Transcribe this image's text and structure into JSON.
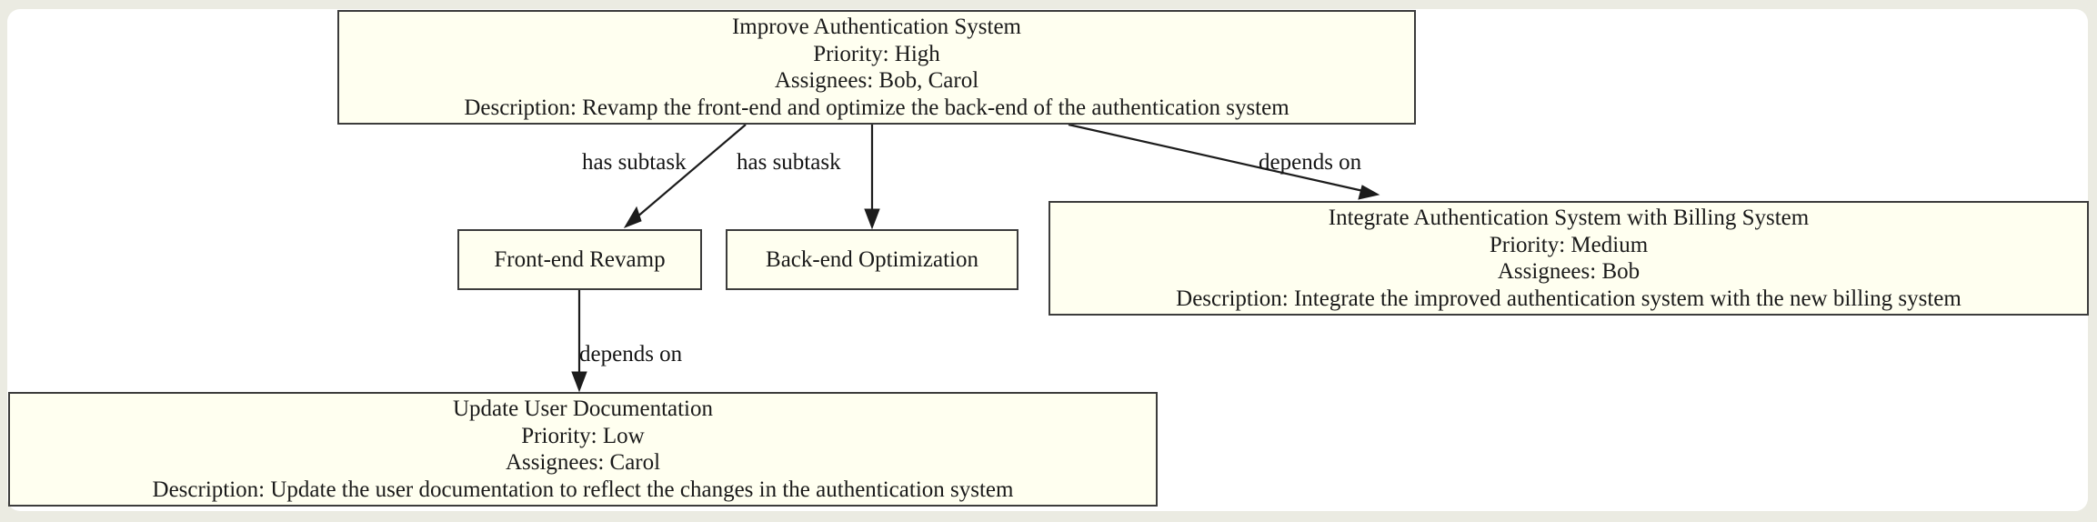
{
  "page": {
    "background_color": "#ebebe2",
    "canvas_color": "#ffffff",
    "node_fill": "#fffff0",
    "node_border": "#3c3c3c",
    "edge_color": "#1c1c1c",
    "text_color": "#1a1a1a"
  },
  "graph": {
    "type": "directed-graph",
    "nodes": [
      {
        "id": "improve-authentication-system",
        "title": "Improve Authentication System",
        "priority": "Priority: High",
        "assignees": "Assignees: Bob, Carol",
        "description": "Description: Revamp the front-end and optimize the back-end of the authentication system"
      },
      {
        "id": "front-end-revamp",
        "title": "Front-end Revamp"
      },
      {
        "id": "back-end-optimization",
        "title": "Back-end Optimization"
      },
      {
        "id": "integrate-authentication-system-with-billing-system",
        "title": "Integrate Authentication System with Billing System",
        "priority": "Priority: Medium",
        "assignees": "Assignees: Bob",
        "description": "Description: Integrate the improved authentication system with the new billing system"
      },
      {
        "id": "update-user-documentation",
        "title": "Update User Documentation",
        "priority": "Priority: Low",
        "assignees": "Assignees: Carol",
        "description": "Description: Update the user documentation to reflect the changes in the authentication system"
      }
    ],
    "edges": [
      {
        "id": "has-subtask-frontend",
        "from": "improve-authentication-system",
        "to": "front-end-revamp",
        "label": "has subtask"
      },
      {
        "id": "has-subtask-backend",
        "from": "improve-authentication-system",
        "to": "back-end-optimization",
        "label": "has subtask"
      },
      {
        "id": "depends-on-billing",
        "from": "improve-authentication-system",
        "to": "integrate-authentication-system-with-billing-system",
        "label": "depends on"
      },
      {
        "id": "depends-on-docs",
        "from": "front-end-revamp",
        "to": "update-user-documentation",
        "label": "depends on"
      }
    ]
  }
}
